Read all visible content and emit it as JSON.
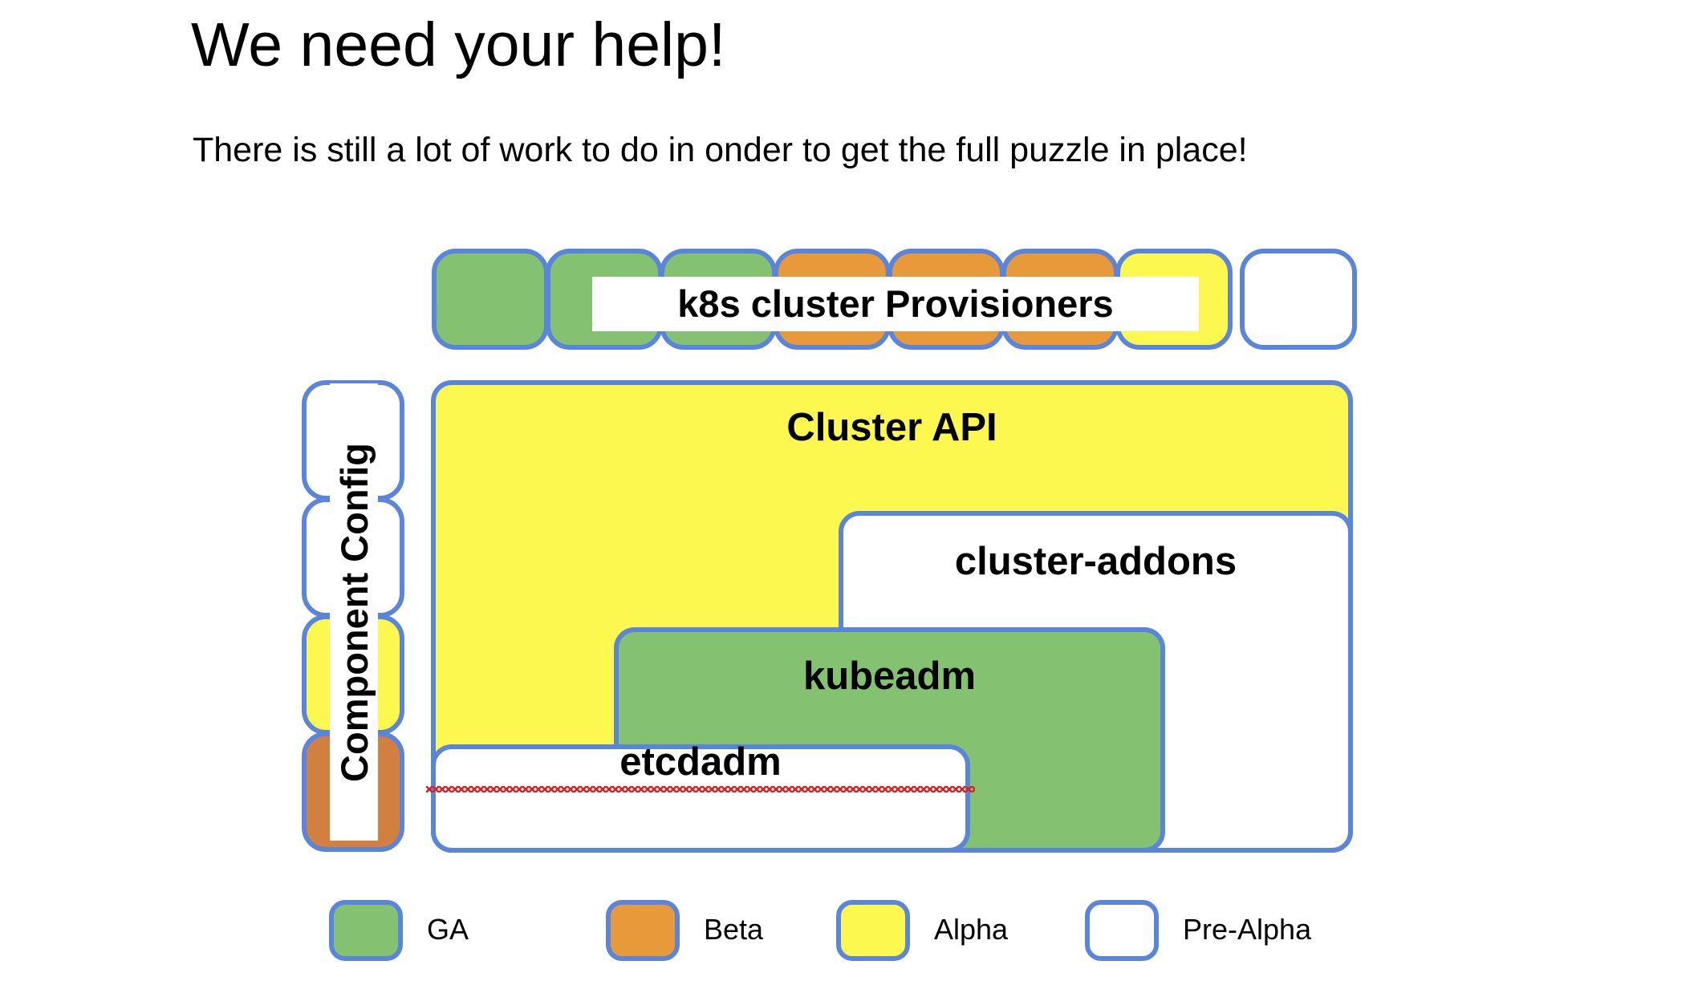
{
  "slide": {
    "title": "We need your help!",
    "subtitle": "There is still a lot of work to do in onder to get the full puzzle in place!"
  },
  "provisioners": {
    "title": "k8s cluster Provisioners",
    "boxes": [
      {
        "status": "GA",
        "color": "#84c272"
      },
      {
        "status": "GA",
        "color": "#84c272"
      },
      {
        "status": "GA",
        "color": "#84c272"
      },
      {
        "status": "Beta",
        "color": "#e8993a"
      },
      {
        "status": "Beta",
        "color": "#e8993a"
      },
      {
        "status": "Beta",
        "color": "#e8993a"
      },
      {
        "status": "Alpha",
        "color": "#fdf84f"
      },
      {
        "status": "Pre-Alpha",
        "color": "#ffffff"
      }
    ]
  },
  "component_config": {
    "title": "Component Config",
    "boxes": [
      {
        "status": "Pre-Alpha",
        "color": "#ffffff"
      },
      {
        "status": "Pre-Alpha",
        "color": "#ffffff"
      },
      {
        "status": "Alpha",
        "color": "#fdf84f"
      },
      {
        "status": "Beta",
        "color": "#d2803f"
      }
    ]
  },
  "stack": {
    "cluster_api": {
      "label": "Cluster API",
      "status": "Alpha",
      "color": "#fdf84f"
    },
    "cluster_addons": {
      "label": "cluster-addons",
      "status": "Pre-Alpha",
      "color": "#ffffff"
    },
    "kubeadm": {
      "label": "kubeadm",
      "status": "GA",
      "color": "#84c272"
    },
    "etcdadm": {
      "label": "etcdadm",
      "status": "Pre-Alpha",
      "color": "#ffffff",
      "spellcheck_flagged": true
    }
  },
  "legend": {
    "items": [
      {
        "label": "GA",
        "color": "#84c272"
      },
      {
        "label": "Beta",
        "color": "#e8993a"
      },
      {
        "label": "Alpha",
        "color": "#fdf84f"
      },
      {
        "label": "Pre-Alpha",
        "color": "#ffffff"
      }
    ]
  },
  "palette": {
    "border": "#5b85db",
    "ga": "#84c272",
    "beta": "#e8993a",
    "beta_dark": "#d2803f",
    "alpha": "#fdf84f",
    "prealpha": "#ffffff",
    "spellcheck": "#e02020"
  }
}
